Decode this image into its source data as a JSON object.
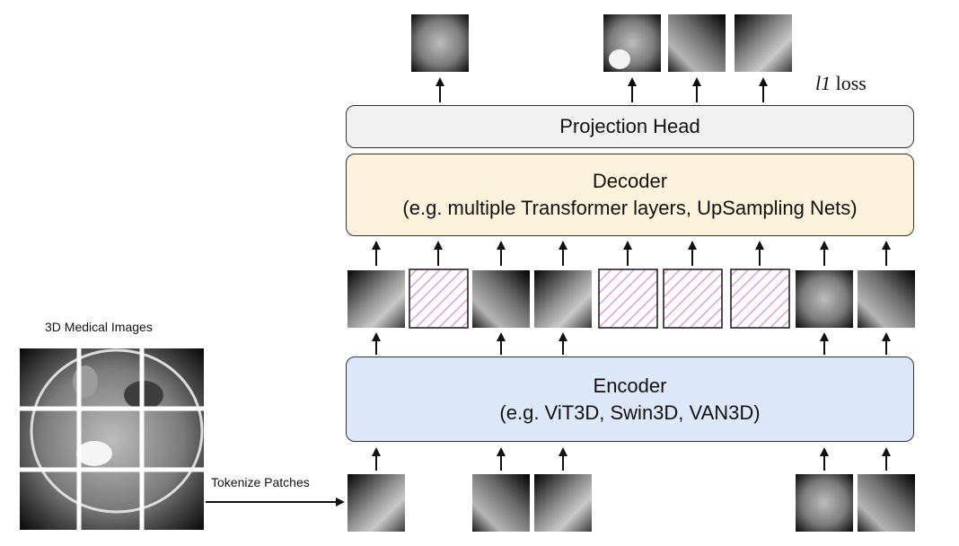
{
  "source_images": {
    "title": "3D Medical Images",
    "grid_rows": 3,
    "grid_cols": 3
  },
  "tokenize": {
    "label": "Tokenize Patches"
  },
  "encoder": {
    "title": "Encoder",
    "subtitle": "(e.g. ViT3D, Swin3D, VAN3D)",
    "fill": "#dde9fb"
  },
  "decoder": {
    "title": "Decoder",
    "subtitle": "(e.g. multiple Transformer layers, UpSampling Nets)",
    "fill": "#fdf2dc"
  },
  "projection_head": {
    "title": "Projection Head",
    "fill": "#f1f1f1"
  },
  "loss": {
    "symbol": "l",
    "subscript": "1",
    "word": "loss"
  },
  "token_sequence": {
    "count": 9,
    "masked_flags": [
      false,
      true,
      false,
      false,
      true,
      true,
      true,
      false,
      false
    ],
    "mask_hatch_color": "#d98ad6"
  },
  "reconstructed_outputs": {
    "count": 4
  }
}
